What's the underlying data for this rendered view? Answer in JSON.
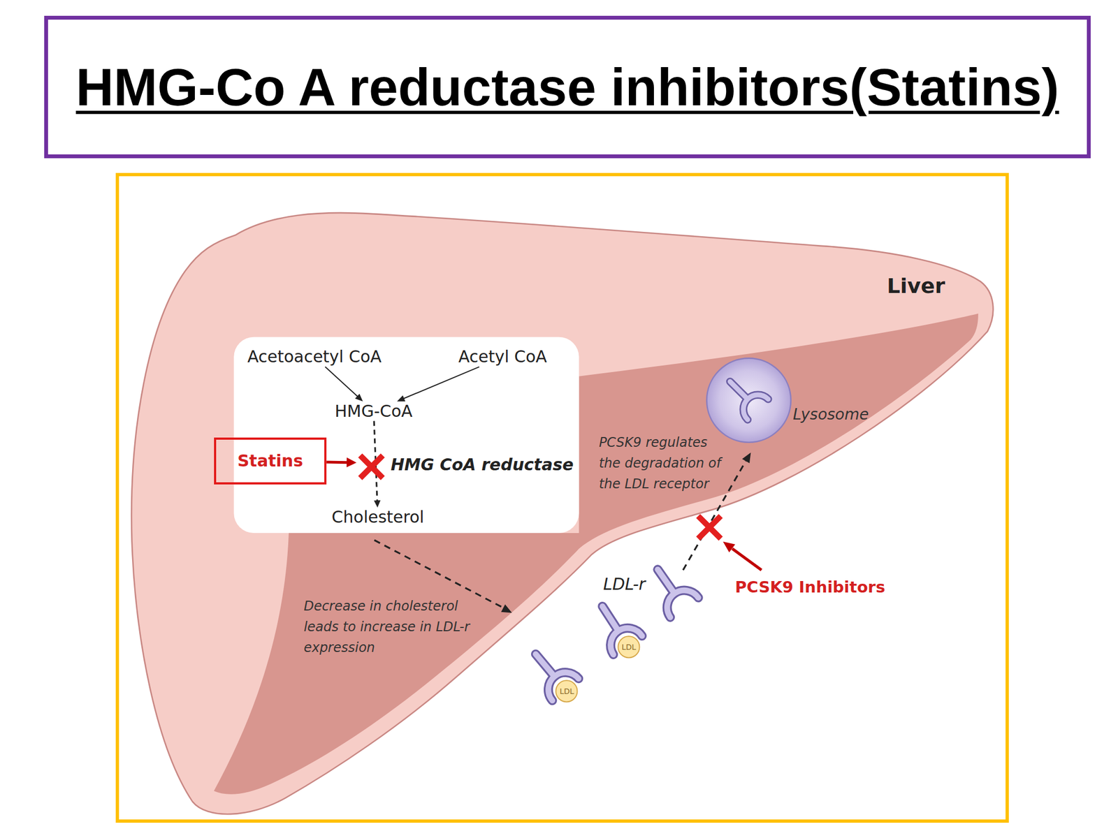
{
  "diagram": {
    "title": "HMG-Co A reductase inhibitors(Statins)",
    "nodes": [
      {
        "text": [
          "Acetoacetyl CoA"
        ]
      },
      {
        "text": [
          "Acetyl CoA"
        ]
      },
      {
        "text": [
          "HMG-CoA"
        ]
      },
      {
        "text": [
          "Statins"
        ]
      },
      {
        "text": [
          "HMG CoA reductase"
        ]
      },
      {
        "text": [
          "Cholesterol"
        ]
      },
      {
        "text": [
          "Lysosome"
        ]
      },
      {
        "text": [
          "LDL"
        ]
      },
      {
        "text": [
          "LDL"
        ]
      }
    ],
    "edges": [
      {
        "from": 0,
        "to": 2,
        "arrow": "to"
      },
      {
        "from": 1,
        "to": 2,
        "arrow": "to"
      },
      {
        "from": 2,
        "to": 5,
        "arrow": "to"
      },
      {
        "from": 3,
        "to": 4,
        "arrow": "to"
      }
    ],
    "labels": [
      "Liver",
      "PCSK9 regulates the degradation of the LDL receptor",
      "LDL-r",
      "PCSK9 Inhibitors",
      "Decrease in cholesterol leads to increase in LDL-r expression"
    ]
  }
}
